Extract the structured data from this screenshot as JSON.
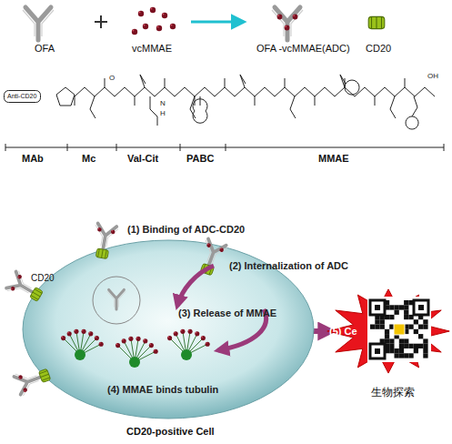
{
  "diagram": {
    "nodes": [
      {
        "text": [
          "Anti-CD20"
        ]
      },
      {
        "text": [
          "CD20-positive Cell"
        ]
      },
      {
        "text": [
          "(5) Ce"
        ]
      }
    ],
    "edges": [
      {
        "from": 1,
        "to": 2,
        "arrow": "to"
      }
    ],
    "labels": [
      "OFA",
      "vcMMAE",
      "OFA -vcMMAE(ADC)",
      "CD20",
      "O",
      "N",
      "H",
      "OH",
      "MAb",
      "Mc",
      "Val-Cit",
      "PABC",
      "MMAE",
      "(1) Binding of ADC-CD20",
      "(2) Internalization of ADC",
      "(3) Release of MMAE",
      "(4) MMAE binds tubulin",
      "CD20",
      "生物探索"
    ]
  }
}
